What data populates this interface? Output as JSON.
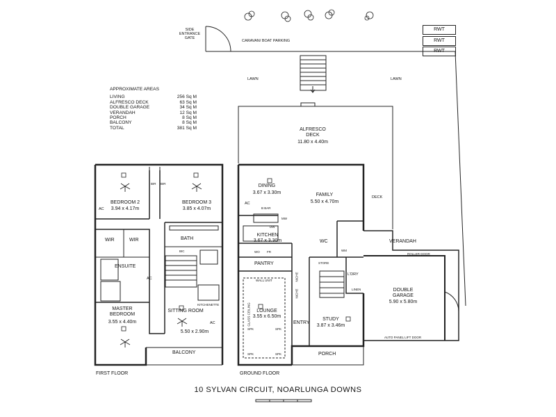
{
  "site": {
    "side_gate": "SIDE\nENTRANCE\nGATE",
    "caravan": "CARAVAN/ BOAT PARKING",
    "lawn_left": "LAWN",
    "lawn_right": "LAWN",
    "rwt": [
      "RWT",
      "RWT",
      "RWT"
    ],
    "deck": "DECK"
  },
  "areas": {
    "heading": "APPROXIMATE AREAS",
    "rows": [
      {
        "name": "LIVING",
        "value": "256 Sq M"
      },
      {
        "name": "ALFRESCO DECK",
        "value": "63 Sq M"
      },
      {
        "name": "DOUBLE GARAGE",
        "value": "34 Sq M"
      },
      {
        "name": "VERANDAH",
        "value": "12 Sq M"
      },
      {
        "name": "PORCH",
        "value": "8 Sq M"
      },
      {
        "name": "BALCONY",
        "value": "8 Sq M"
      },
      {
        "name": "TOTAL",
        "value": "381 Sq M"
      }
    ]
  },
  "first_floor": {
    "label": "FIRST FLOOR",
    "bedroom2": {
      "name": "BEDROOM 2",
      "dims": "3.94 x 4.17m"
    },
    "bedroom3": {
      "name": "BEDROOM 3",
      "dims": "3.85 x 4.07m"
    },
    "bir1": "BIR",
    "bir2": "BIR",
    "bath": "BATH",
    "wir1": "WIR",
    "wir2": "WIR",
    "ensuite": "ENSUITE",
    "bic": "BIC",
    "master": {
      "name": "MASTER\nBEDROOM",
      "dims": "3.55 x 4.40m"
    },
    "sitting": {
      "name": "SITTING ROOM",
      "dims": "5.50 x 2.90m"
    },
    "kitchenette": "KITCHENETTE",
    "balcony": "BALCONY",
    "ac1": "AC",
    "ac2": "AC",
    "ac3": "AC"
  },
  "ground_floor": {
    "label": "GROUND FLOOR",
    "alfresco": {
      "name": "ALFRESCO\nDECK",
      "dims": "11.80 x 4.40m"
    },
    "dining": {
      "name": "DINING",
      "dims": "3.67 x 3.30m"
    },
    "family": {
      "name": "FAMILY",
      "dims": "5.50 x 4.70m"
    },
    "kitchen": {
      "name": "KITCHEN",
      "dims": "3.67 x 3.30m"
    },
    "bbar": "B BAR",
    "mw": "MW",
    "dw": "DW",
    "wo": "WO",
    "fr": "FR",
    "wc": "WC",
    "verandah": "VERANDAH",
    "roller_door": "ROLLER DOOR",
    "pantry": "PANTRY",
    "store": "STORE",
    "wm": "WM",
    "ldry": "L'DRY",
    "linen": "LINEN",
    "garage": {
      "name": "DOUBLE\nGARAGE",
      "dims": "5.90 x 5.80m"
    },
    "wall_unit": "WALL UNIT",
    "lounge": {
      "name": "LOUNGE",
      "dims": "3.55 x 6.50m"
    },
    "glass_ceiling": "GLASS CEILING",
    "niche1": "NICHE",
    "niche2": "NICHE",
    "entry": "ENTRY",
    "study": {
      "name": "STUDY",
      "dims": "3.87 x 3.46m"
    },
    "auto_door": "AUTO PANEL LIFT DOOR",
    "porch": "PORCH",
    "spk": [
      "SPK",
      "SPK",
      "SPK",
      "SPK"
    ],
    "ac": "AC"
  },
  "title": "10 SYLVAN CIRCUIT, NOARLUNGA DOWNS"
}
